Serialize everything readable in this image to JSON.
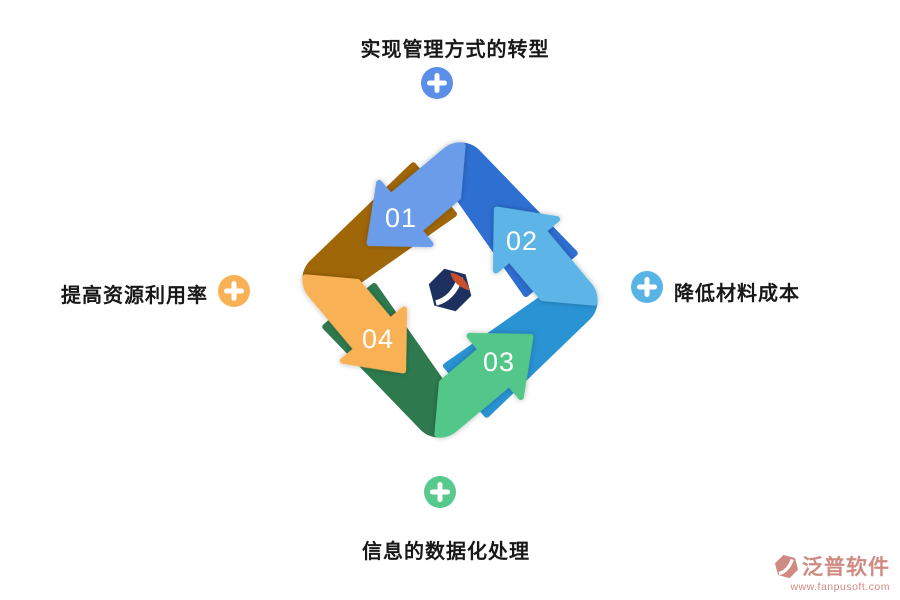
{
  "nodes": {
    "top": {
      "label": "实现管理方式的转型",
      "accent": "#5a8ee8"
    },
    "right": {
      "label": "降低材料成本",
      "accent": "#58b4e4"
    },
    "bottom": {
      "label": "信息的数据化处理",
      "accent": "#57c98d"
    },
    "left": {
      "label": "提高资源利用率",
      "accent": "#f9b156"
    }
  },
  "cycle": {
    "steps": [
      {
        "number": "01",
        "light": "#6b9ce9",
        "dark": "#2e6fd2"
      },
      {
        "number": "02",
        "light": "#5bb5e6",
        "dark": "#2a93d4"
      },
      {
        "number": "03",
        "light": "#52c78a",
        "dark": "#2e7a4e"
      },
      {
        "number": "04",
        "light": "#f9b156",
        "dark": "#a06708"
      }
    ]
  },
  "center_logo": {
    "navy": "#1e3060",
    "orange": "#c8502b"
  },
  "watermark": {
    "brand": "泛普软件",
    "url": "www.fanpusoft.com",
    "color": "#cf8b82"
  }
}
